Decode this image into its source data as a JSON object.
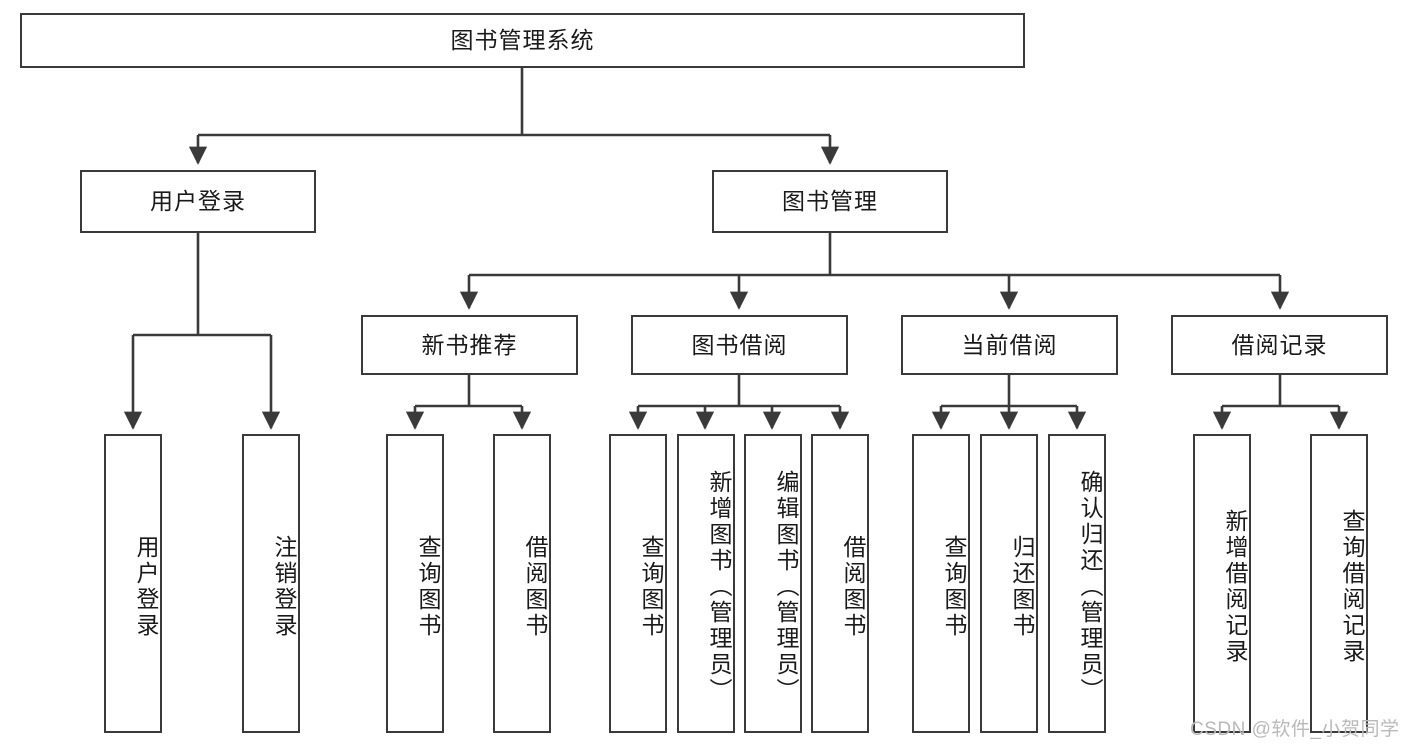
{
  "diagram": {
    "title": "图书管理系统",
    "type": "hierarchy-tree",
    "watermark": "CSDN @软件_小贺同学",
    "colors": {
      "box_border": "#3a3a3a",
      "box_fill": "#ffffff",
      "edge": "#3a3a3a",
      "text": "#1a1a1a",
      "watermark": "#b9b9b9",
      "background": "#ffffff"
    },
    "levels": [
      {
        "level": 1,
        "nodes": [
          {
            "id": "root",
            "label": "图书管理系统",
            "orientation": "horizontal"
          }
        ]
      },
      {
        "level": 2,
        "nodes": [
          {
            "id": "user-login",
            "label": "用户登录",
            "orientation": "horizontal",
            "parent": "root"
          },
          {
            "id": "book-manage",
            "label": "图书管理",
            "orientation": "horizontal",
            "parent": "root"
          }
        ]
      },
      {
        "level": 3,
        "nodes": [
          {
            "id": "new-book-rec",
            "label": "新书推荐",
            "orientation": "horizontal",
            "parent": "book-manage"
          },
          {
            "id": "book-borrow",
            "label": "图书借阅",
            "orientation": "horizontal",
            "parent": "book-manage"
          },
          {
            "id": "current-borrow",
            "label": "当前借阅",
            "orientation": "horizontal",
            "parent": "book-manage"
          },
          {
            "id": "borrow-record",
            "label": "借阅记录",
            "orientation": "horizontal",
            "parent": "book-manage"
          }
        ]
      },
      {
        "level": 4,
        "nodes": [
          {
            "id": "leaf-user-login",
            "label": "用户登录",
            "orientation": "vertical",
            "parent": "user-login"
          },
          {
            "id": "leaf-logout",
            "label": "注销登录",
            "orientation": "vertical",
            "parent": "user-login"
          },
          {
            "id": "leaf-query-book-1",
            "label": "查询图书",
            "orientation": "vertical",
            "parent": "new-book-rec"
          },
          {
            "id": "leaf-borrow-book-1",
            "label": "借阅图书",
            "orientation": "vertical",
            "parent": "new-book-rec"
          },
          {
            "id": "leaf-query-book-2",
            "label": "查询图书",
            "orientation": "vertical",
            "parent": "book-borrow"
          },
          {
            "id": "leaf-add-book",
            "label": "新增图书（管理员）",
            "orientation": "vertical",
            "parent": "book-borrow"
          },
          {
            "id": "leaf-edit-book",
            "label": "编辑图书（管理员）",
            "orientation": "vertical",
            "parent": "book-borrow"
          },
          {
            "id": "leaf-borrow-book-2",
            "label": "借阅图书",
            "orientation": "vertical",
            "parent": "book-borrow"
          },
          {
            "id": "leaf-query-book-3",
            "label": "查询图书",
            "orientation": "vertical",
            "parent": "current-borrow"
          },
          {
            "id": "leaf-return-book",
            "label": "归还图书",
            "orientation": "vertical",
            "parent": "current-borrow"
          },
          {
            "id": "leaf-confirm-return",
            "label": "确认归还（管理员）",
            "orientation": "vertical",
            "parent": "current-borrow"
          },
          {
            "id": "leaf-add-record",
            "label": "新增借阅记录",
            "orientation": "vertical",
            "parent": "borrow-record"
          },
          {
            "id": "leaf-query-record",
            "label": "查询借阅记录",
            "orientation": "vertical",
            "parent": "borrow-record"
          }
        ]
      }
    ]
  }
}
